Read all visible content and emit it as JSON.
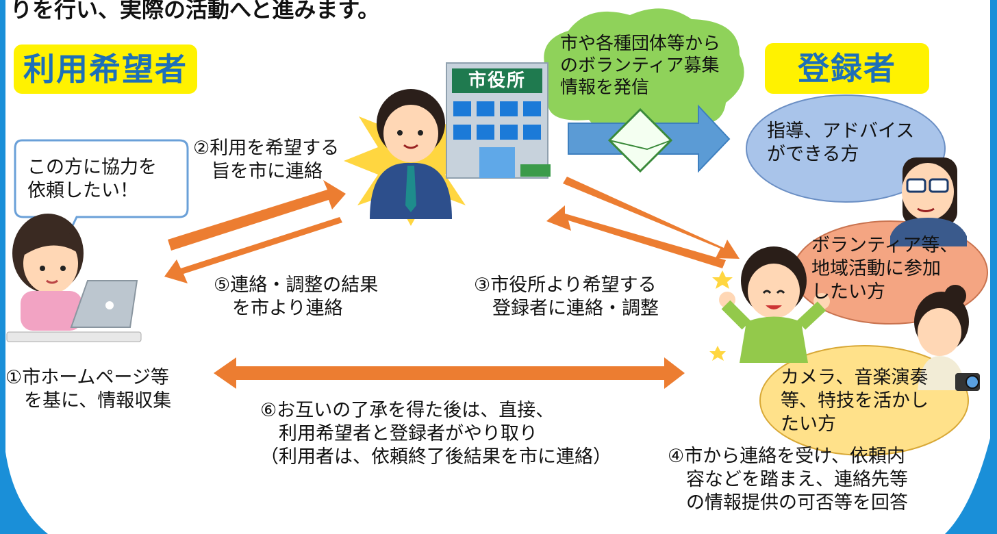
{
  "intro_text": "りを行い、実際の活動へと進みます。",
  "user_label": "利用希望者",
  "registrant_label": "登録者",
  "city_hall_sign": "市役所",
  "speech_bubble": "この方に協力を\n依頼したい！",
  "cloud_text": "市や各種団体等から\nのボランティア募集\n情報を発信",
  "registrant_types": [
    "指導、アドバイス\nができる方",
    "ボランティア等、\n地域活動に参加\nしたい方",
    "カメラ、音楽演奏\n等、特技を活かし\nたい方"
  ],
  "steps": {
    "step1": "①市ホームページ等\n　を基に、情報収集",
    "step2": "②利用を希望する\n　旨を市に連絡",
    "step3": "③市役所より希望する\n　登録者に連絡・調整",
    "step4": "④市から連絡を受け、依頼内\n　容などを踏まえ、連絡先等\n　の情報提供の可否等を回答",
    "step5": "⑤連絡・調整の結果\n　を市より連絡",
    "step6": "⑥お互いの了承を得た後は、直接、\n　利用希望者と登録者がやり取り\n（利用者は、依頼終了後結果を市に連絡）"
  },
  "colors": {
    "arrow_orange": "#ec7d31",
    "blue_arrow": "#5b9bd5",
    "cloud_green": "#8fd25a",
    "label_yellow": "#fff200",
    "label_text_blue": "#1d6fb8",
    "bubble_blue": "#a9c4ea",
    "bubble_salmon": "#f4a582",
    "bubble_yellow": "#ffe18a",
    "corner_blue": "#1a8fd8"
  }
}
